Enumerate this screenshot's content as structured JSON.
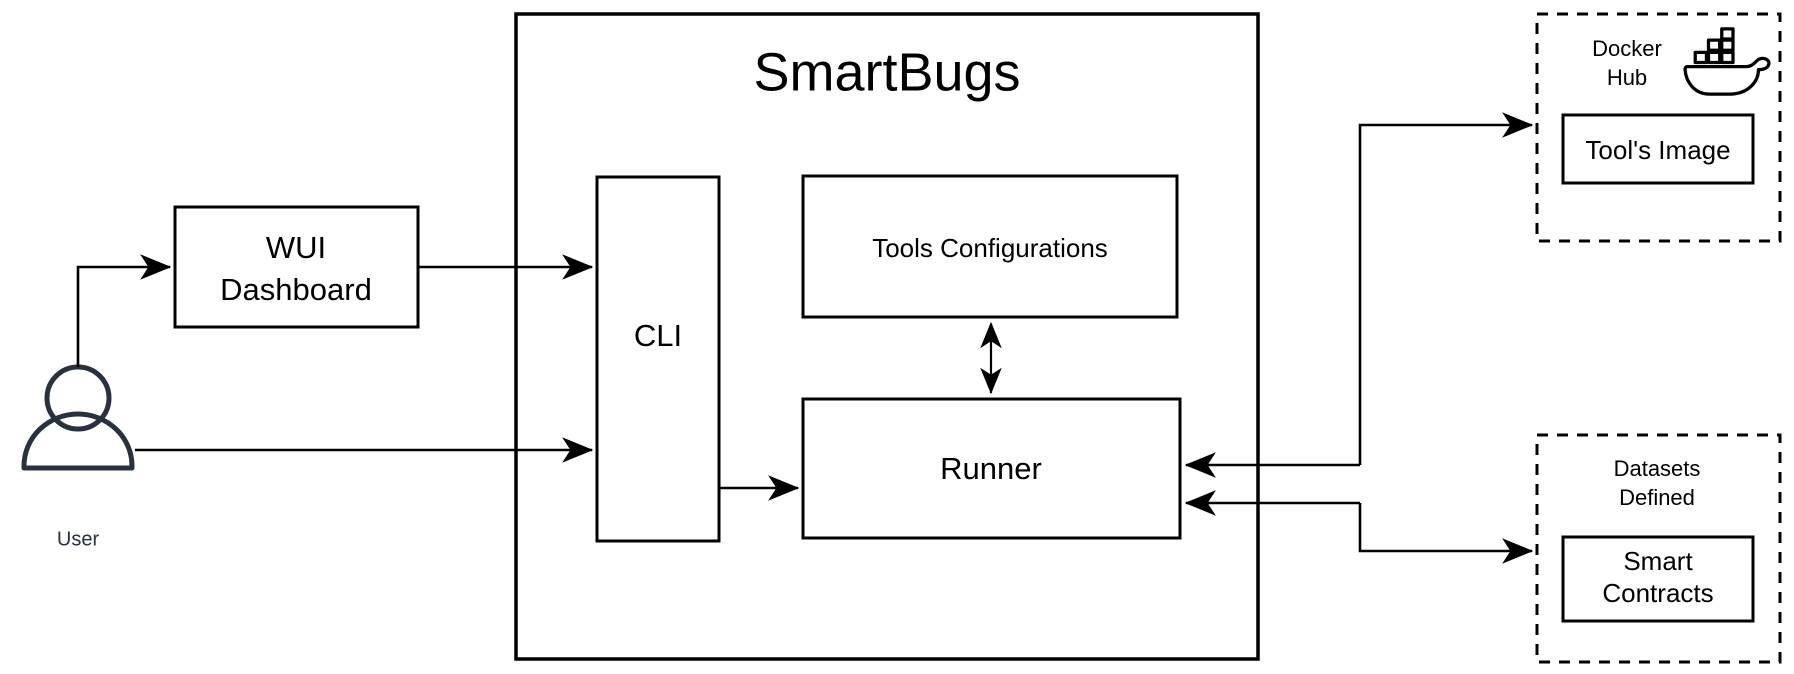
{
  "diagram": {
    "title": "SmartBugs",
    "actor": {
      "icon": "user-icon",
      "label": "User"
    },
    "external_left": {
      "wui": {
        "line1": "WUI",
        "line2": "Dashboard"
      }
    },
    "container": {
      "title": "SmartBugs",
      "nodes": {
        "cli": {
          "label": "CLI"
        },
        "tools_config": {
          "label": "Tools Configurations"
        },
        "runner": {
          "label": "Runner"
        }
      }
    },
    "panels": [
      {
        "name": "docker-hub",
        "title_line1": "Docker",
        "title_line2": "Hub",
        "icon": "docker-whale-icon",
        "inner_box_label": "Tool's Image",
        "border_style": "dashed"
      },
      {
        "name": "datasets-defined",
        "title_line1": "Datasets",
        "title_line2": "Defined",
        "icon": null,
        "inner_box_line1": "Smart",
        "inner_box_line2": "Contracts",
        "border_style": "dashed"
      }
    ],
    "connections": [
      {
        "name": "user-to-wui",
        "from": "user",
        "to": "wui-dashboard",
        "arrow": "single"
      },
      {
        "name": "wui-to-cli",
        "from": "wui-dashboard",
        "to": "cli",
        "arrow": "single"
      },
      {
        "name": "user-to-cli",
        "from": "user",
        "to": "cli",
        "arrow": "single"
      },
      {
        "name": "cli-to-runner",
        "from": "cli",
        "to": "runner",
        "arrow": "single"
      },
      {
        "name": "toolsconfig-runner",
        "from": "tools-configurations",
        "to": "runner",
        "arrow": "double"
      },
      {
        "name": "runner-to-docker-hub",
        "from": "runner",
        "to": "docker-hub",
        "arrow": "single"
      },
      {
        "name": "docker-hub-to-runner",
        "from": "docker-hub",
        "to": "runner",
        "arrow": "single"
      },
      {
        "name": "runner-to-datasets",
        "from": "runner",
        "to": "datasets-defined",
        "arrow": "single"
      },
      {
        "name": "datasets-to-runner",
        "from": "datasets-defined",
        "to": "runner",
        "arrow": "single"
      }
    ],
    "colors": {
      "stroke": "#000000",
      "user_icon": "#29313f",
      "background": "#ffffff"
    }
  }
}
